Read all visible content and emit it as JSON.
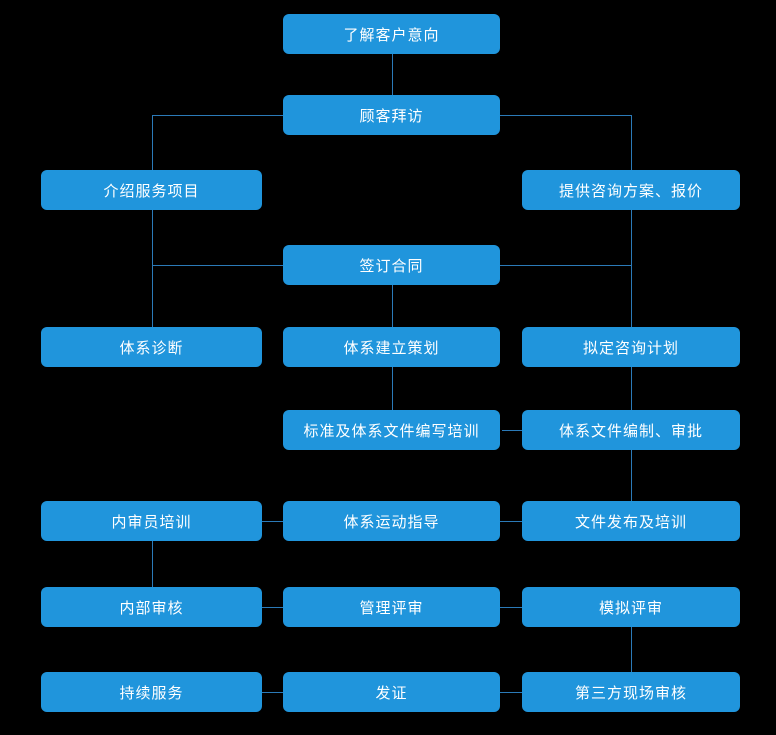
{
  "page": {
    "background_color": "#000000"
  },
  "flowchart": {
    "node_fill_color": "#2095dc",
    "node_text_color": "#ffffff",
    "connector_color": "#2b7ab8",
    "nodes": [
      {
        "id": "understand-customer-intent",
        "label": "了解客户意向"
      },
      {
        "id": "customer-visit",
        "label": "顾客拜访"
      },
      {
        "id": "introduce-services",
        "label": "介绍服务项目"
      },
      {
        "id": "provide-proposal-quote",
        "label": "提供咨询方案、报价"
      },
      {
        "id": "sign-contract",
        "label": "签订合同"
      },
      {
        "id": "system-diagnosis",
        "label": "体系诊断"
      },
      {
        "id": "system-setup-planning",
        "label": "体系建立策划"
      },
      {
        "id": "draft-consulting-plan",
        "label": "拟定咨询计划"
      },
      {
        "id": "doc-writing-training",
        "label": "标准及体系文件编写培训"
      },
      {
        "id": "doc-compilation-approval",
        "label": "体系文件编制、审批"
      },
      {
        "id": "internal-auditor-training",
        "label": "内审员培训"
      },
      {
        "id": "system-operation-guidance",
        "label": "体系运动指导"
      },
      {
        "id": "doc-release-training",
        "label": "文件发布及培训"
      },
      {
        "id": "internal-audit",
        "label": "内部审核"
      },
      {
        "id": "management-review",
        "label": "管理评审"
      },
      {
        "id": "mock-review",
        "label": "模拟评审"
      },
      {
        "id": "continuous-service",
        "label": "持续服务"
      },
      {
        "id": "certification",
        "label": "发证"
      },
      {
        "id": "third-party-onsite-audit",
        "label": "第三方现场审核"
      }
    ],
    "links": [
      {
        "a": "了解客户意向",
        "b": "顾客拜访"
      },
      {
        "a": "顾客拜访",
        "b": "介绍服务项目"
      },
      {
        "a": "顾客拜访",
        "b": "提供咨询方案、报价"
      },
      {
        "a": "介绍服务项目",
        "b": "签订合同"
      },
      {
        "a": "提供咨询方案、报价",
        "b": "签订合同"
      },
      {
        "a": "介绍服务项目",
        "b": "体系诊断"
      },
      {
        "a": "提供咨询方案、报价",
        "b": "拟定咨询计划"
      },
      {
        "a": "签订合同",
        "b": "体系建立策划"
      },
      {
        "a": "体系建立策划",
        "b": "标准及体系文件编写培训"
      },
      {
        "a": "标准及体系文件编写培训",
        "b": "体系文件编制、审批"
      },
      {
        "a": "拟定咨询计划",
        "b": "体系文件编制、审批"
      },
      {
        "a": "体系文件编制、审批",
        "b": "文件发布及培训"
      },
      {
        "a": "文件发布及培训",
        "b": "体系运动指导"
      },
      {
        "a": "体系运动指导",
        "b": "内审员培训"
      },
      {
        "a": "内审员培训",
        "b": "内部审核"
      },
      {
        "a": "内部审核",
        "b": "管理评审"
      },
      {
        "a": "管理评审",
        "b": "模拟评审"
      },
      {
        "a": "模拟评审",
        "b": "第三方现场审核"
      },
      {
        "a": "第三方现场审核",
        "b": "发证"
      },
      {
        "a": "发证",
        "b": "持续服务"
      }
    ]
  }
}
